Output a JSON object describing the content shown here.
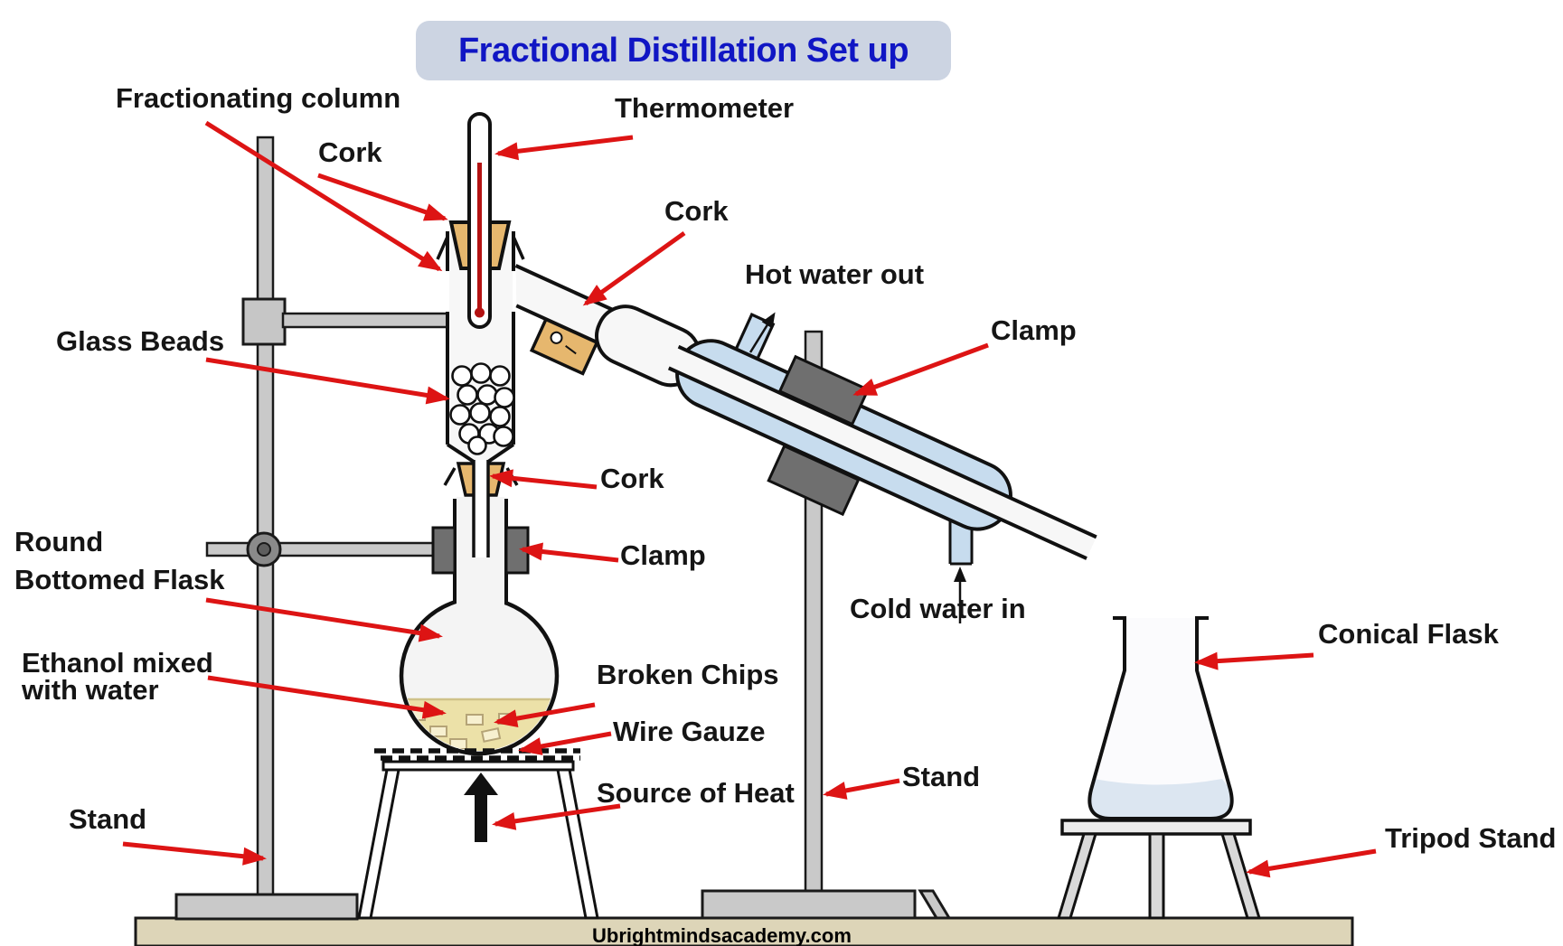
{
  "title": "Fractional Distillation Set up",
  "watermark": "Ubrightmindsacademy.com",
  "labels": {
    "fractionating_column": "Fractionating column",
    "cork_top": "Cork",
    "thermometer": "Thermometer",
    "cork_side": "Cork",
    "hot_water_out": "Hot water out",
    "clamp_condenser": "Clamp",
    "glass_beads": "Glass Beads",
    "cork_middle": "Cork",
    "round_bottomed_flask_line1": "Round",
    "round_bottomed_flask_line2": "Bottomed Flask",
    "clamp_flask": "Clamp",
    "cold_water_in": "Cold water in",
    "ethanol_line1": "Ethanol mixed",
    "ethanol_line2": "with water",
    "broken_chips": "Broken Chips",
    "wire_gauze": "Wire Gauze",
    "source_of_heat": "Source of Heat",
    "stand_left": "Stand",
    "stand_right": "Stand",
    "conical_flask": "Conical Flask",
    "tripod_stand": "Tripod Stand"
  },
  "colors": {
    "title_text": "#1016c4",
    "title_bg": "#ccd4e2",
    "label_text": "#151515",
    "pointer_arrow": "#dd1414",
    "cork": "#e6b76e",
    "condenser_water": "#c7dcee",
    "ethanol_liquid": "#ece1a8",
    "distillate_liquid": "#dce6f1",
    "floor": "#ddd5b8",
    "stand_gray": "#c9c9c9",
    "clamp_gray": "#6f6f6f",
    "mercury_red": "#b31212"
  }
}
